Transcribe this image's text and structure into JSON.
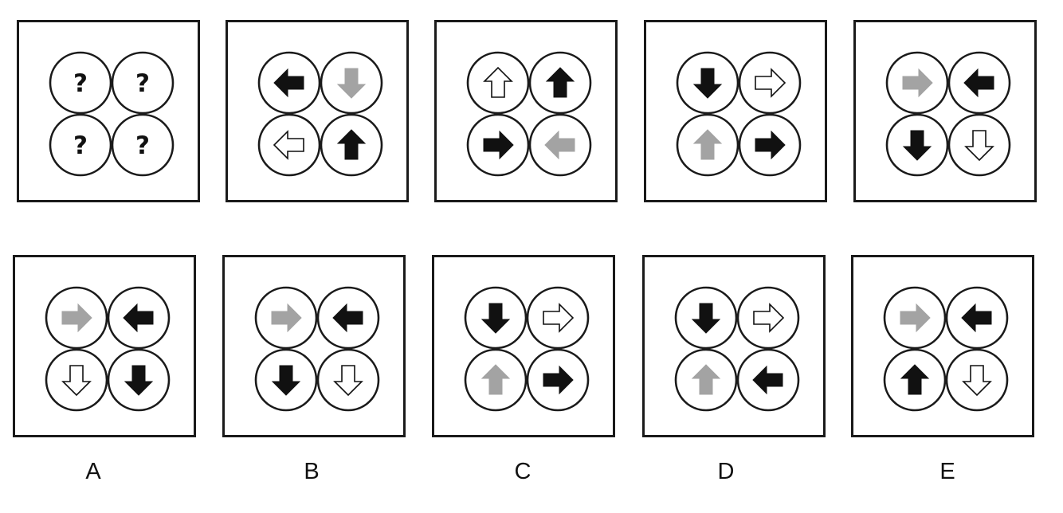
{
  "colors": {
    "black": "#111111",
    "gray": "#a3a3a3",
    "outline": "#111111",
    "ring": "#1a1a1a"
  },
  "question": {
    "cells": [
      {
        "symbol": "?"
      },
      {
        "symbol": "?"
      },
      {
        "symbol": "?"
      },
      {
        "symbol": "?"
      }
    ]
  },
  "sequence": [
    {
      "cells": [
        {
          "dir": "left",
          "style": "black"
        },
        {
          "dir": "down",
          "style": "gray"
        },
        {
          "dir": "left",
          "style": "outline"
        },
        {
          "dir": "up",
          "style": "black"
        }
      ]
    },
    {
      "cells": [
        {
          "dir": "up",
          "style": "outline"
        },
        {
          "dir": "up",
          "style": "black"
        },
        {
          "dir": "right",
          "style": "black"
        },
        {
          "dir": "left",
          "style": "gray"
        }
      ]
    },
    {
      "cells": [
        {
          "dir": "down",
          "style": "black"
        },
        {
          "dir": "right",
          "style": "outline"
        },
        {
          "dir": "up",
          "style": "gray"
        },
        {
          "dir": "right",
          "style": "black"
        }
      ]
    },
    {
      "cells": [
        {
          "dir": "right",
          "style": "gray"
        },
        {
          "dir": "left",
          "style": "black"
        },
        {
          "dir": "down",
          "style": "black"
        },
        {
          "dir": "down",
          "style": "outline"
        }
      ]
    }
  ],
  "options": [
    {
      "label": "A",
      "cells": [
        {
          "dir": "right",
          "style": "gray"
        },
        {
          "dir": "left",
          "style": "black"
        },
        {
          "dir": "down",
          "style": "outline"
        },
        {
          "dir": "down",
          "style": "black"
        }
      ]
    },
    {
      "label": "B",
      "cells": [
        {
          "dir": "right",
          "style": "gray"
        },
        {
          "dir": "left",
          "style": "black"
        },
        {
          "dir": "down",
          "style": "black"
        },
        {
          "dir": "down",
          "style": "outline"
        }
      ]
    },
    {
      "label": "C",
      "cells": [
        {
          "dir": "down",
          "style": "black"
        },
        {
          "dir": "right",
          "style": "outline"
        },
        {
          "dir": "up",
          "style": "gray"
        },
        {
          "dir": "right",
          "style": "black"
        }
      ]
    },
    {
      "label": "D",
      "cells": [
        {
          "dir": "down",
          "style": "black"
        },
        {
          "dir": "right",
          "style": "outline"
        },
        {
          "dir": "up",
          "style": "gray"
        },
        {
          "dir": "left",
          "style": "black"
        }
      ]
    },
    {
      "label": "E",
      "cells": [
        {
          "dir": "right",
          "style": "gray"
        },
        {
          "dir": "left",
          "style": "black"
        },
        {
          "dir": "up",
          "style": "black"
        },
        {
          "dir": "down",
          "style": "outline"
        }
      ]
    }
  ]
}
